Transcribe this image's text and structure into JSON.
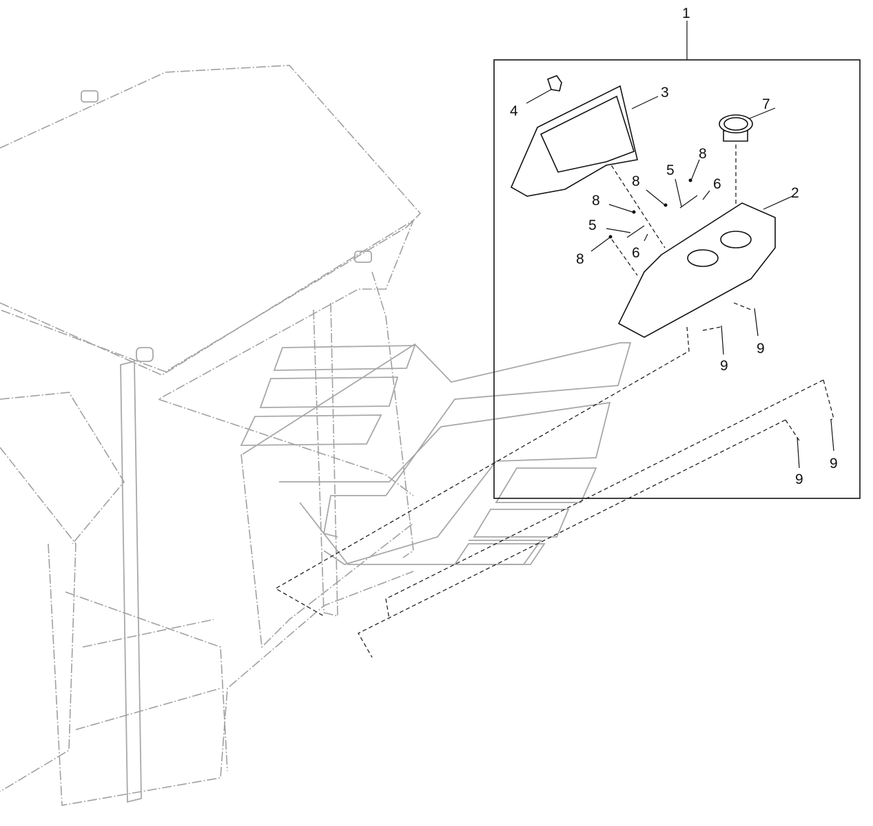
{
  "diagram": {
    "type": "exploded parts illustration",
    "callouts": [
      {
        "label": "1"
      },
      {
        "label": "2"
      },
      {
        "label": "3"
      },
      {
        "label": "4"
      },
      {
        "label": "5"
      },
      {
        "label": "5"
      },
      {
        "label": "6"
      },
      {
        "label": "6"
      },
      {
        "label": "7"
      },
      {
        "label": "8"
      },
      {
        "label": "8"
      },
      {
        "label": "8"
      },
      {
        "label": "8"
      },
      {
        "label": "9"
      },
      {
        "label": "9"
      },
      {
        "label": "9"
      },
      {
        "label": "9"
      }
    ]
  }
}
